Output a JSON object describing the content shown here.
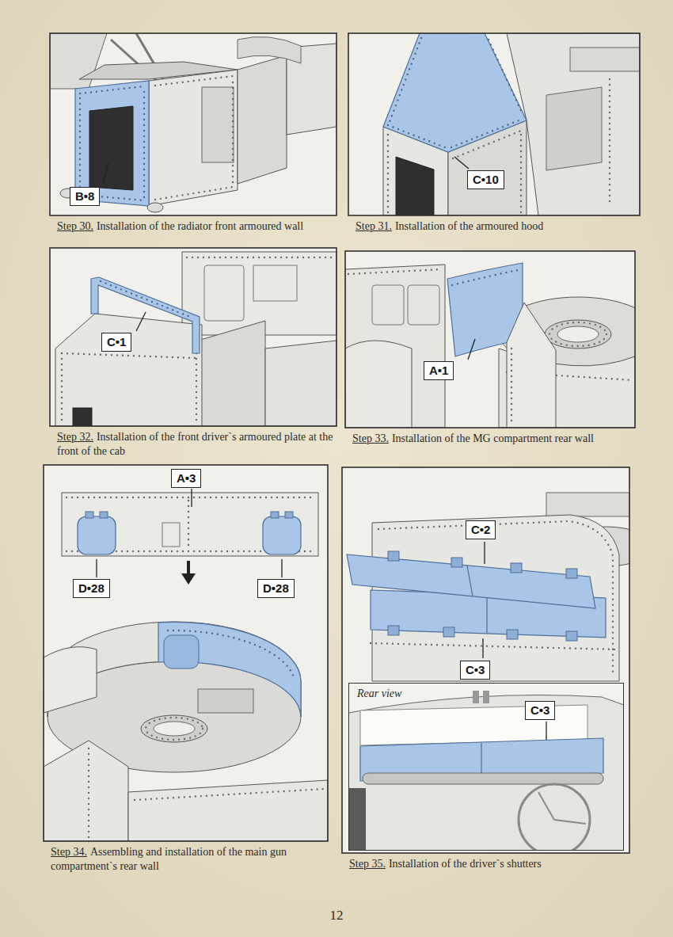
{
  "diagram": {
    "nodes": [
      {
        "text": [
          "Step 30.",
          "Installation of the radiator front armoured wall"
        ]
      },
      {
        "text": [
          "B•8"
        ],
        "in": 0
      },
      {
        "text": [
          "Step 31.",
          "Installation of the armoured hood"
        ]
      },
      {
        "text": [
          "C•10"
        ],
        "in": 2
      },
      {
        "text": [
          "Step 32.",
          "Installation of the front driver`s armoured plate at the front of the cab"
        ]
      },
      {
        "text": [
          "C•1"
        ],
        "in": 4
      },
      {
        "text": [
          "Step 33.",
          "Installation of the MG compartment rear wall"
        ]
      },
      {
        "text": [
          "A•1"
        ],
        "in": 6
      },
      {
        "text": [
          "Step 34.",
          "Assembling and installation of the main gun compartment`s rear wall"
        ]
      },
      {
        "text": [
          "A•3"
        ],
        "in": 8
      },
      {
        "text": [
          "D•28"
        ],
        "in": 8
      },
      {
        "text": [
          "D•28"
        ],
        "in": 8
      },
      {
        "text": [
          "Step 35.",
          "Installation of the driver`s shutters"
        ]
      },
      {
        "text": [
          "C•2"
        ],
        "in": 12
      },
      {
        "text": [
          "C•3"
        ],
        "in": 12
      },
      {
        "text": [
          "Rear view"
        ],
        "in": 12
      },
      {
        "text": [
          "C•3"
        ],
        "in": 15
      }
    ],
    "labels": [
      "12"
    ]
  }
}
